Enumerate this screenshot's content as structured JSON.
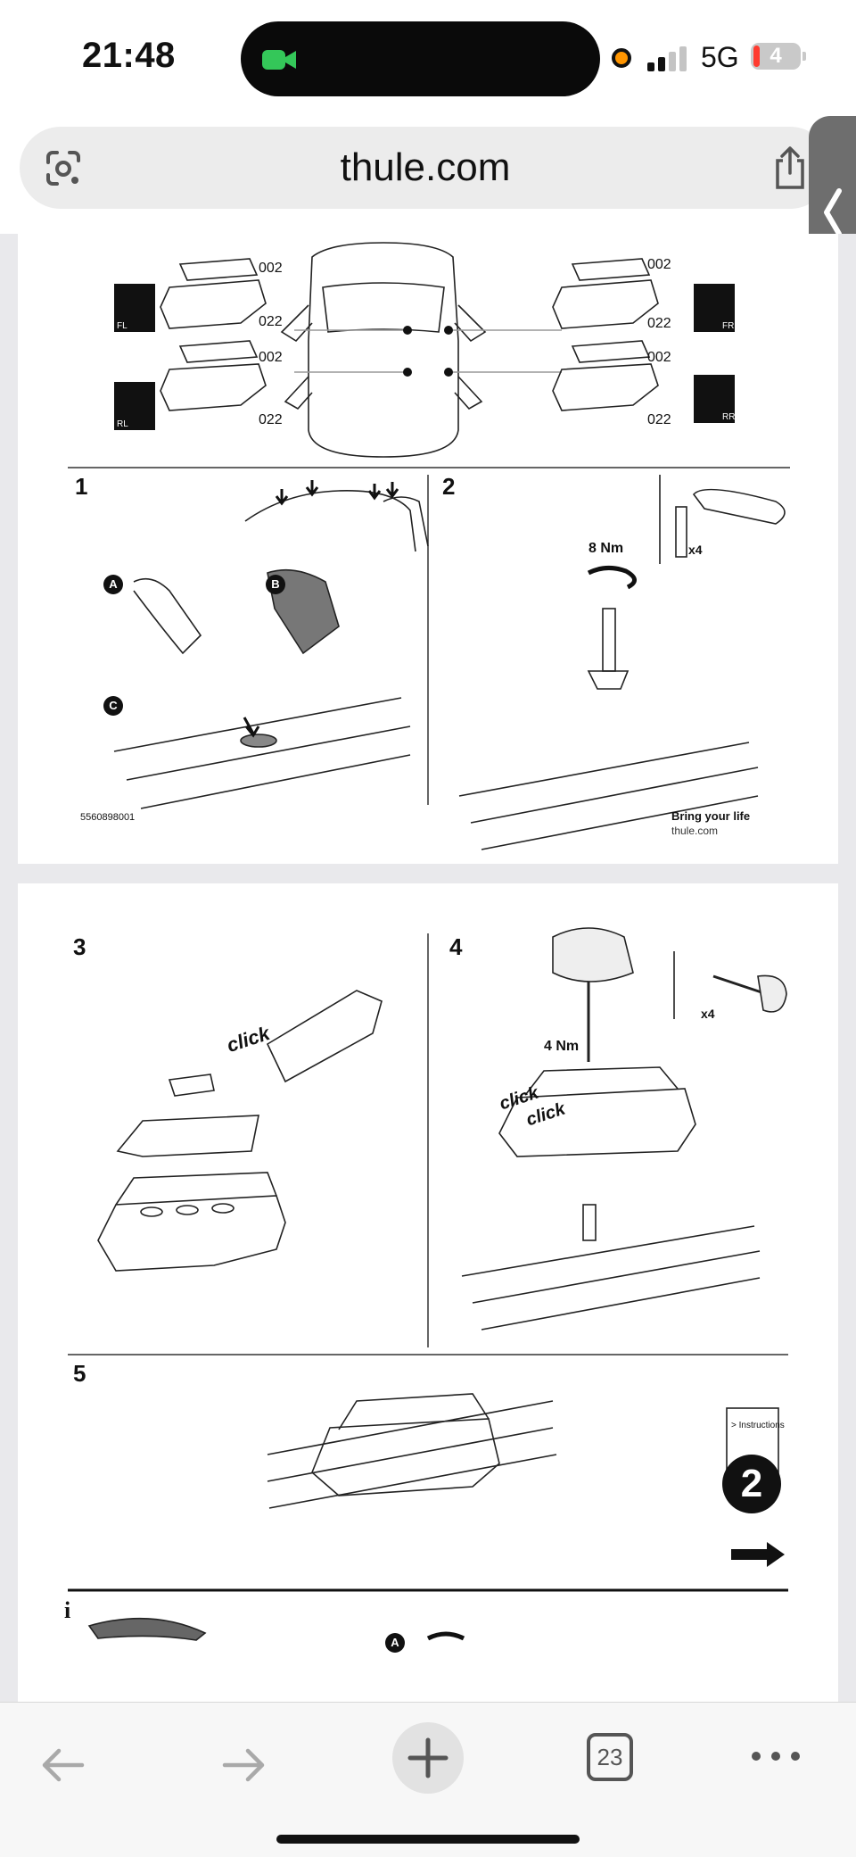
{
  "status_bar": {
    "time": "21:48",
    "network": "5G",
    "battery": "4",
    "battery_level": 0.04,
    "signal_bars_active": 2,
    "icons": [
      "facetime-video-icon",
      "mic-in-use-dot",
      "signal-icon",
      "battery-icon"
    ],
    "colors": {
      "camera_green": "#34c759",
      "mic_orange": "#ff9500",
      "battery_red": "#ff3b30"
    }
  },
  "browser": {
    "url": "thule.com",
    "icons": {
      "lens": "google-lens-icon",
      "share": "share-icon",
      "side_tab": "chevron-left-icon"
    },
    "open_tabs": "23",
    "toolbar_icons": [
      "back-arrow-icon",
      "forward-arrow-icon",
      "plus-icon",
      "tabs-icon",
      "more-dots-icon"
    ]
  },
  "page1": {
    "positions": {
      "fl": "FL",
      "fr": "FR",
      "rl": "RL",
      "rr": "RR"
    },
    "part_codes": {
      "top": "002",
      "bottom": "022"
    },
    "step1": {
      "number": "1",
      "letters": [
        "A",
        "B",
        "C"
      ]
    },
    "step2": {
      "number": "2",
      "torque": "8 Nm",
      "quantity": "x4"
    },
    "footer": {
      "code": "5560898001",
      "tagline": "Bring your life",
      "site": "thule.com"
    }
  },
  "page2": {
    "step3": {
      "number": "3",
      "click": "click"
    },
    "step4": {
      "number": "4",
      "torque": "4 Nm",
      "quantity": "x4",
      "click1": "click",
      "click2": "click"
    },
    "step5": {
      "number": "5",
      "manual_label": "> Instructions",
      "next_step": "2"
    },
    "info": {
      "symbol": "i",
      "letter": "A"
    }
  }
}
